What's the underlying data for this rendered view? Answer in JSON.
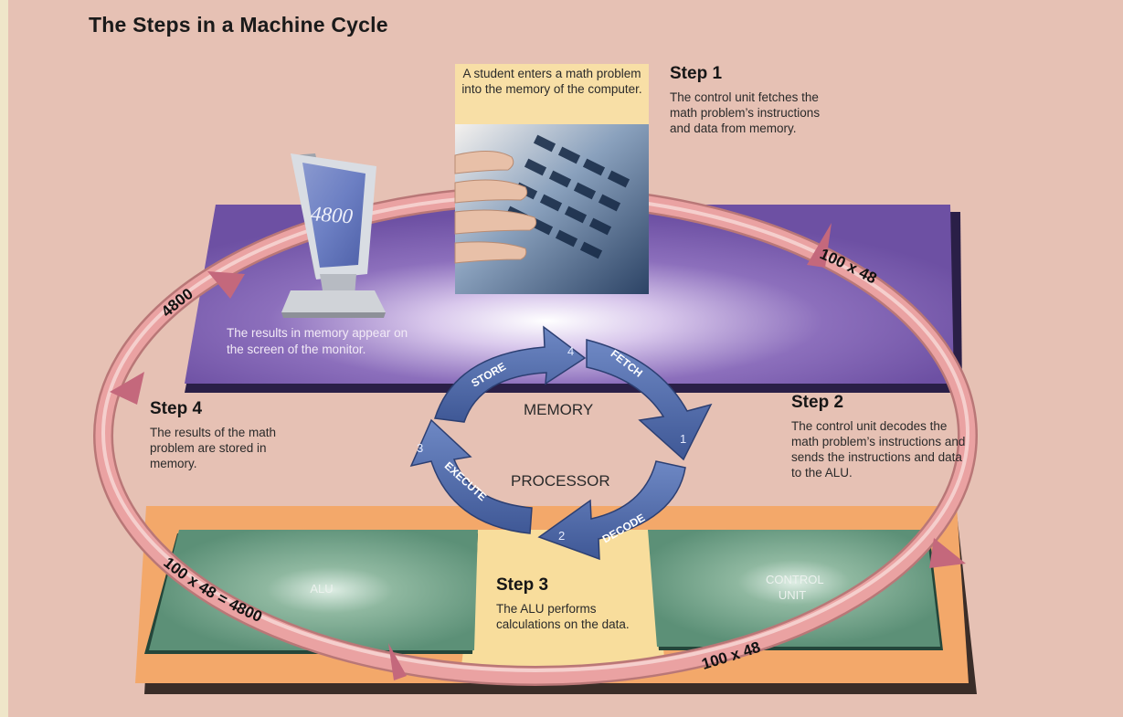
{
  "title": "The Steps in a Machine Cycle",
  "caption": "A student enters a math problem into the memory of the computer.",
  "monitor_value": "4800",
  "monitor_note": "The results in memory appear on the screen of the monitor.",
  "steps": [
    {
      "heading": "Step 1",
      "text": "The control unit fetches the math problem’s instructions and data from memory."
    },
    {
      "heading": "Step 2",
      "text": "The control unit decodes the math problem’s instructions and sends the instructions and data to the ALU."
    },
    {
      "heading": "Step 3",
      "text": "The ALU performs calculations on the data."
    },
    {
      "heading": "Step 4",
      "text": "The results of the math problem are stored in memory."
    }
  ],
  "cycle": {
    "center_top": "MEMORY",
    "center_bottom": "PROCESSOR",
    "arrows": [
      {
        "label": "FETCH",
        "number": "1"
      },
      {
        "label": "DECODE",
        "number": "2"
      },
      {
        "label": "EXECUTE",
        "number": "3"
      },
      {
        "label": "STORE",
        "number": "4"
      }
    ]
  },
  "ring_labels": [
    "100 x 48",
    "100 x 48",
    "100 x 48 = 4800",
    "4800"
  ],
  "boxes": {
    "alu": "ALU",
    "control_unit": "CONTROL UNIT"
  },
  "colors": {
    "background": "#e6c1b4",
    "memory_board": "#7d5fae",
    "processor_board": "#f3a86a",
    "chip": "#5f9479",
    "cycle_arrow": "#4f6aa8",
    "ring": "#e89a9a"
  }
}
